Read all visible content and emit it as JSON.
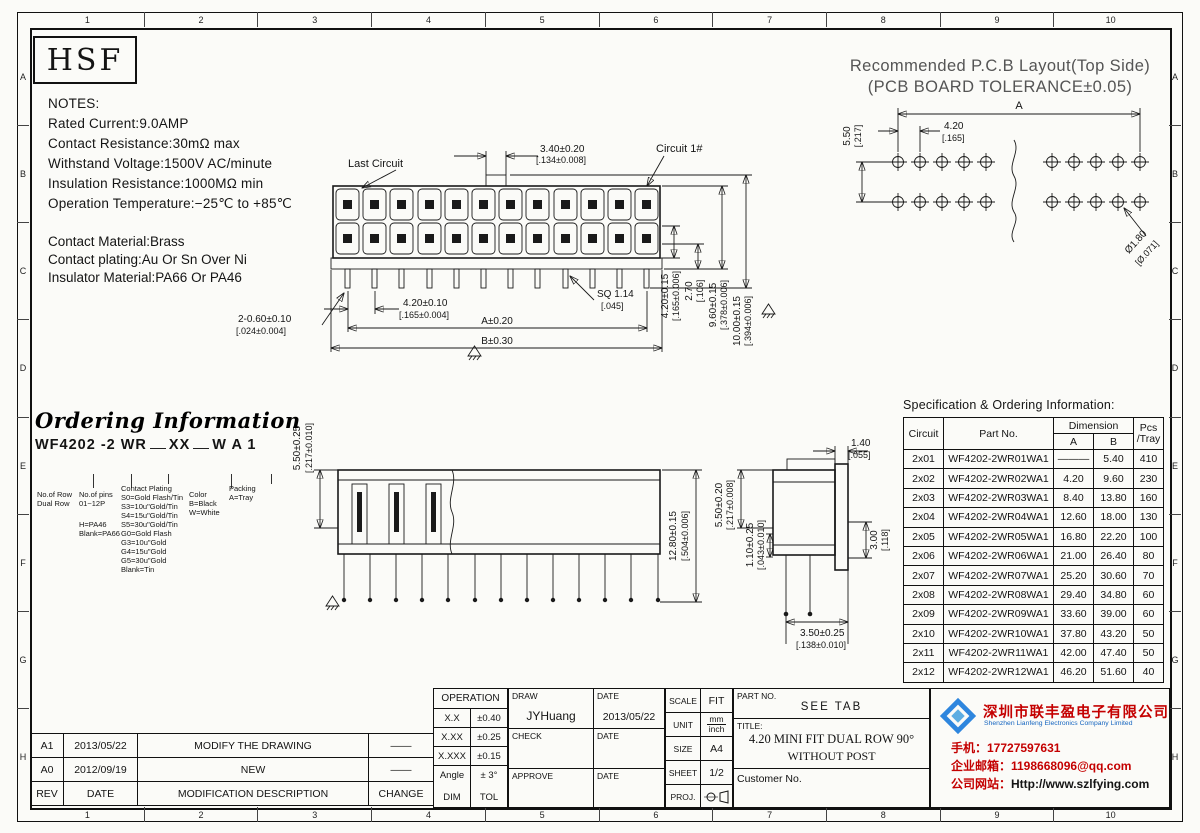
{
  "frame": {
    "top_numbers": [
      "1",
      "2",
      "3",
      "4",
      "5",
      "6",
      "7",
      "8",
      "9",
      "10"
    ],
    "bottom_numbers": [
      "1",
      "2",
      "3",
      "4",
      "5",
      "6",
      "7",
      "8",
      "9",
      "10"
    ],
    "left_letters": [
      "A",
      "B",
      "C",
      "D",
      "E",
      "F",
      "G",
      "H"
    ],
    "right_letters": [
      "A",
      "B",
      "C",
      "D",
      "E",
      "F",
      "G",
      "H"
    ]
  },
  "logo_text": "HSF",
  "notes": {
    "title": "NOTES:",
    "lines": [
      "Rated Current:9.0AMP",
      "Contact Resistance:30mΩ max",
      "Withstand Voltage:1500V AC/minute",
      "Insulation Resistance:1000MΩ min",
      "Operation Temperature:−25℃ to +85℃"
    ],
    "material_lines": [
      "Contact Material:Brass",
      "Contact plating:Au Or Sn Over Ni",
      "Insulator Material:PA66 Or PA46"
    ]
  },
  "pcb_layout": {
    "title_line1": "Recommended P.C.B Layout(Top Side)",
    "title_line2": "(PCB BOARD TOLERANCE±0.05)",
    "dim_a": "A",
    "dim_550": "5.50",
    "dim_550_in": "[.217]",
    "dim_420": "4.20",
    "dim_420_in": "[.165]",
    "dim_hole": "Ø1.80",
    "dim_hole_in": "[Ø.071]"
  },
  "front_view": {
    "label_last_circuit": "Last Circuit",
    "label_circuit_1": "Circuit 1#",
    "dim_340": "3.40±0.20",
    "dim_340_in": "[.134±0.008]",
    "dim_420": "4.20±0.10",
    "dim_420_in": "[.165±0.004]",
    "dim_sq": "SQ 1.14",
    "dim_sq_in": "[.045]",
    "dim_060": "2-0.60±0.10",
    "dim_060_in": "[.024±0.004]",
    "dim_a": "A±0.20",
    "dim_b": "B±0.30",
    "dim_420v": "4.20±0.15",
    "dim_420v_in": "[.165±0.006]",
    "dim_270": "2.70",
    "dim_270_in": "[.106]",
    "dim_960": "9.60±0.15",
    "dim_960_in": "[.378±0.006]",
    "dim_1000": "10.00±0.15",
    "dim_1000_in": "[.394±0.006]"
  },
  "section_view": {
    "dim_550": "5.50±0.25",
    "dim_550_in": "[.217±0.010]",
    "dim_1280": "12.80±0.15",
    "dim_1280_in": "[.504±0.006]"
  },
  "side_view": {
    "dim_140": "1.40",
    "dim_140_in": "[.055]",
    "dim_550": "5.50±0.20",
    "dim_550_in": "[.217±0.008]",
    "dim_110": "1.10±0.25",
    "dim_110_in": "[.043±0.010]",
    "dim_300": "3.00",
    "dim_300_in": "[.118]",
    "dim_350": "3.50±0.25",
    "dim_350_in": "[.138±0.010]"
  },
  "ordering": {
    "title": "Ordering Information",
    "part_code": "WF4202 -2 WR",
    "part_xx": "XX",
    "part_suffix": "W A 1",
    "row_label": "No.of Row",
    "row_value": "Dual Row",
    "pins_label": "No.of pins",
    "pins_value": "01~12P",
    "plating_label": "Contact Plating",
    "plating_options": [
      "S0=Gold Flash/Tin",
      "S3=10u\"Gold/Tin",
      "S4=15u\"Gold/Tin",
      "S5=30u\"Gold/Tin",
      "G0=Gold Flash",
      "G3=10u\"Gold",
      "G4=15u\"Gold",
      "G5=30u\"Gold",
      "Blank=Tin"
    ],
    "material_options": [
      "H=PA46",
      "Blank=PA66"
    ],
    "color_label": "Color",
    "color_options": [
      "B=Black",
      "W=White"
    ],
    "packing_label": "Packing",
    "packing_value": "A=Tray"
  },
  "spec_table": {
    "title": "Specification & Ordering Information:",
    "col_circuit": "Circuit",
    "col_part": "Part No.",
    "col_dimension": "Dimension",
    "col_a": "A",
    "col_b": "B",
    "col_pcs": "Pcs",
    "col_tray": "/Tray",
    "rows": [
      {
        "circuit": "2x01",
        "part": "WF4202-2WR01WA1",
        "a": "———",
        "b": "5.40",
        "pcs": "410"
      },
      {
        "circuit": "2x02",
        "part": "WF4202-2WR02WA1",
        "a": "4.20",
        "b": "9.60",
        "pcs": "230"
      },
      {
        "circuit": "2x03",
        "part": "WF4202-2WR03WA1",
        "a": "8.40",
        "b": "13.80",
        "pcs": "160"
      },
      {
        "circuit": "2x04",
        "part": "WF4202-2WR04WA1",
        "a": "12.60",
        "b": "18.00",
        "pcs": "130"
      },
      {
        "circuit": "2x05",
        "part": "WF4202-2WR05WA1",
        "a": "16.80",
        "b": "22.20",
        "pcs": "100"
      },
      {
        "circuit": "2x06",
        "part": "WF4202-2WR06WA1",
        "a": "21.00",
        "b": "26.40",
        "pcs": "80"
      },
      {
        "circuit": "2x07",
        "part": "WF4202-2WR07WA1",
        "a": "25.20",
        "b": "30.60",
        "pcs": "70"
      },
      {
        "circuit": "2x08",
        "part": "WF4202-2WR08WA1",
        "a": "29.40",
        "b": "34.80",
        "pcs": "60"
      },
      {
        "circuit": "2x09",
        "part": "WF4202-2WR09WA1",
        "a": "33.60",
        "b": "39.00",
        "pcs": "60"
      },
      {
        "circuit": "2x10",
        "part": "WF4202-2WR10WA1",
        "a": "37.80",
        "b": "43.20",
        "pcs": "50"
      },
      {
        "circuit": "2x11",
        "part": "WF4202-2WR11WA1",
        "a": "42.00",
        "b": "47.40",
        "pcs": "50"
      },
      {
        "circuit": "2x12",
        "part": "WF4202-2WR12WA1",
        "a": "46.20",
        "b": "51.60",
        "pcs": "40"
      }
    ]
  },
  "revisions": {
    "col_rev": "REV",
    "col_date": "DATE",
    "col_desc": "MODIFICATION DESCRIPTION",
    "col_change": "CHANGE",
    "rows": [
      {
        "rev": "A1",
        "date": "2013/05/22",
        "desc": "MODIFY THE DRAWING",
        "change": "——"
      },
      {
        "rev": "A0",
        "date": "2012/09/19",
        "desc": "NEW",
        "change": "——"
      }
    ]
  },
  "title_block": {
    "operation_title": "OPERATION",
    "tolerances": [
      {
        "dim": "X.X",
        "tol": "±0.40"
      },
      {
        "dim": "X.XX",
        "tol": "±0.25"
      },
      {
        "dim": "X.XXX",
        "tol": "±0.15"
      },
      {
        "dim": "Angle",
        "tol": "± 3°"
      }
    ],
    "dim_label": "DIM",
    "tol_label": "TOL",
    "draw_label": "DRAW",
    "draw_name": "JYHuang",
    "draw_date_label": "DATE",
    "draw_date": "2013/05/22",
    "check_label": "CHECK",
    "check_date_label": "DATE",
    "approve_label": "APPROVE",
    "approve_date_label": "DATE",
    "scale_label": "SCALE",
    "scale_value": "FIT",
    "unit_label": "UNIT",
    "unit_value_top": "mm",
    "unit_value_bottom": "inch",
    "size_label": "SIZE",
    "size_value": "A4",
    "sheet_label": "SHEET",
    "sheet_value": "1/2",
    "proj_label": "PROJ.",
    "part_no_label": "PART NO.",
    "part_no_value": "SEE TAB",
    "title_label": "TITLE:",
    "title_line1": "4.20 MINI FIT DUAL ROW 90°",
    "title_line2": "WITHOUT POST",
    "customer_label": "Customer No."
  },
  "company": {
    "name_cn": "深圳市联丰盈电子有限公司",
    "name_en": "Shenzhen Lianfeng Electronics Company Limited",
    "phone": "手机：17727597631",
    "email": "企业邮箱：1198668096@qq.com",
    "website_label": "公司网站：",
    "website": "Http://www.szlfying.com"
  }
}
